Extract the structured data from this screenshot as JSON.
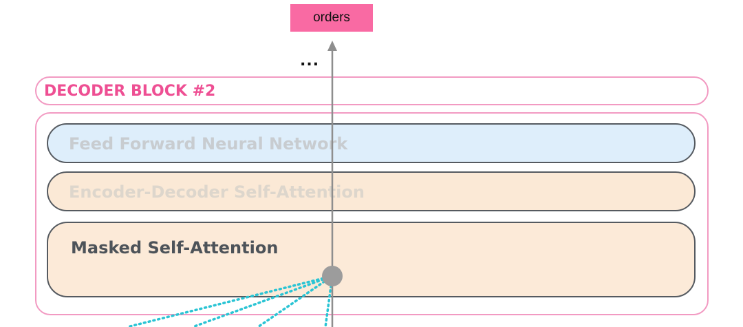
{
  "output_token": "orders",
  "ellipsis": "...",
  "decoder": {
    "title": "DECODER BLOCK #2",
    "layers": {
      "ffnn": "Feed Forward Neural Network",
      "enc_dec": "Encoder-Decoder Self-Attention",
      "masked": "Masked Self-Attention"
    }
  },
  "colors": {
    "token_fill": "#f96aa3",
    "decoder_accent": "#ee4f93",
    "decoder_border": "#f29ac2",
    "ffnn_fill": "#deeefb",
    "attention_fill": "#fcead8",
    "layer_border": "#555a60",
    "arrow": "#8e8e8e",
    "attention_lines": "#2ac4d4"
  }
}
